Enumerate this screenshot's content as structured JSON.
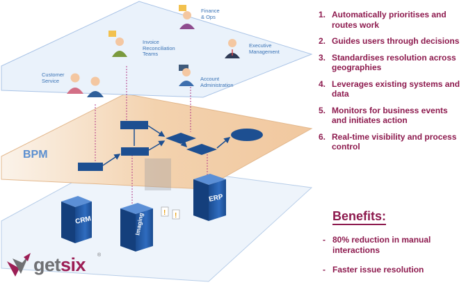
{
  "diagram": {
    "layer_label": "BPM",
    "people": {
      "finance": [
        "Finance",
        "& Ops"
      ],
      "invoice": [
        "Invoice",
        "Reconciliation",
        "Teams"
      ],
      "executive": [
        "Executive",
        "Management"
      ],
      "customer": [
        "Customer",
        "Service"
      ],
      "account": [
        "Account",
        "Administration"
      ]
    },
    "systems": {
      "crm": "CRM",
      "imaging": "Imaging",
      "erp": "ERP"
    },
    "colors": {
      "top_plane": "#eaf2fb",
      "bpm_plane": "#f4d5b4",
      "bottom_plane": "#eef4fb",
      "node": "#1d4f91",
      "server": "#1f5aa8",
      "accent": "#8d1a4e"
    }
  },
  "features": [
    {
      "num": "1.",
      "text": "Automatically prioritises and routes work"
    },
    {
      "num": "2.",
      "text": "Guides users through decisions"
    },
    {
      "num": "3.",
      "text": "Standardises resolution across geographies"
    },
    {
      "num": "4.",
      "text": "Leverages existing systems and data"
    },
    {
      "num": "5.",
      "text": "Monitors for business events and initiates action"
    },
    {
      "num": "6.",
      "text": "Real-time visibility and process control"
    }
  ],
  "benefits": {
    "title": "Benefits:",
    "items": [
      {
        "dash": "-",
        "text": "80% reduction in manual interactions"
      },
      {
        "dash": "-",
        "text": "Faster issue resolution"
      }
    ]
  },
  "logo": {
    "text_main": "get",
    "text_accent": "six",
    "registered": "®"
  }
}
